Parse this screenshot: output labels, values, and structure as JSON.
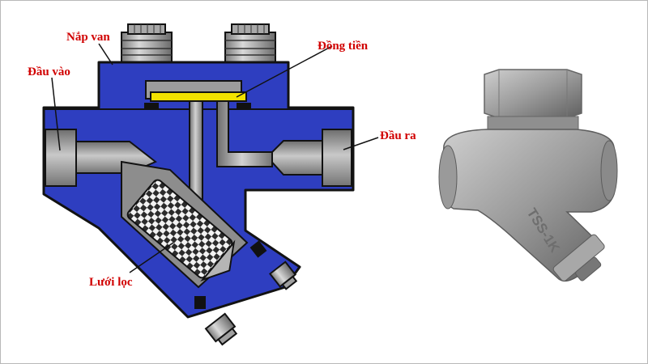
{
  "labels": {
    "cover": "Nắp van",
    "disc": "Đồng tiền",
    "inlet": "Đầu vào",
    "outlet": "Đầu ra",
    "strainer": "Lưới lọc"
  },
  "photo_marking": "TSS-1K",
  "colors": {
    "label_text": "#d10000",
    "body_blue": "#2e3ec0",
    "body_outline": "#121212",
    "disc_yellow": "#f2e200",
    "steel_grey": "#9a9a9a",
    "background": "#ffffff"
  }
}
